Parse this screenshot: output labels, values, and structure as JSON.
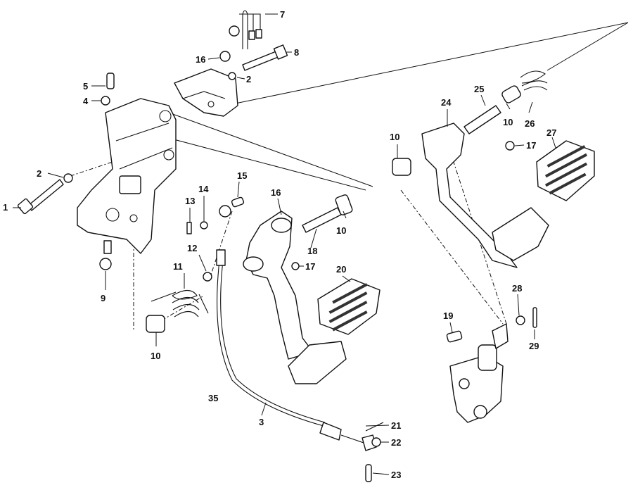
{
  "diagram": {
    "labels": [
      {
        "id": "l1",
        "text": "1"
      },
      {
        "id": "l2a",
        "text": "2"
      },
      {
        "id": "l2b",
        "text": "2"
      },
      {
        "id": "l3",
        "text": "3"
      },
      {
        "id": "l4",
        "text": "4"
      },
      {
        "id": "l5",
        "text": "5"
      },
      {
        "id": "l7",
        "text": "7"
      },
      {
        "id": "l8",
        "text": "8"
      },
      {
        "id": "l9",
        "text": "9"
      },
      {
        "id": "l10a",
        "text": "10"
      },
      {
        "id": "l10b",
        "text": "10"
      },
      {
        "id": "l10c",
        "text": "10"
      },
      {
        "id": "l10d",
        "text": "10"
      },
      {
        "id": "l11",
        "text": "11"
      },
      {
        "id": "l12",
        "text": "12"
      },
      {
        "id": "l13",
        "text": "13"
      },
      {
        "id": "l14",
        "text": "14"
      },
      {
        "id": "l15",
        "text": "15"
      },
      {
        "id": "l16a",
        "text": "16"
      },
      {
        "id": "l16b",
        "text": "16"
      },
      {
        "id": "l17a",
        "text": "17"
      },
      {
        "id": "l17b",
        "text": "17"
      },
      {
        "id": "l18",
        "text": "18"
      },
      {
        "id": "l19",
        "text": "19"
      },
      {
        "id": "l20",
        "text": "20"
      },
      {
        "id": "l21",
        "text": "21"
      },
      {
        "id": "l22",
        "text": "22"
      },
      {
        "id": "l23",
        "text": "23"
      },
      {
        "id": "l24",
        "text": "24"
      },
      {
        "id": "l25",
        "text": "25"
      },
      {
        "id": "l26",
        "text": "26"
      },
      {
        "id": "l27",
        "text": "27"
      },
      {
        "id": "l28",
        "text": "28"
      },
      {
        "id": "l29",
        "text": "29"
      },
      {
        "id": "l35",
        "text": "35"
      }
    ]
  }
}
